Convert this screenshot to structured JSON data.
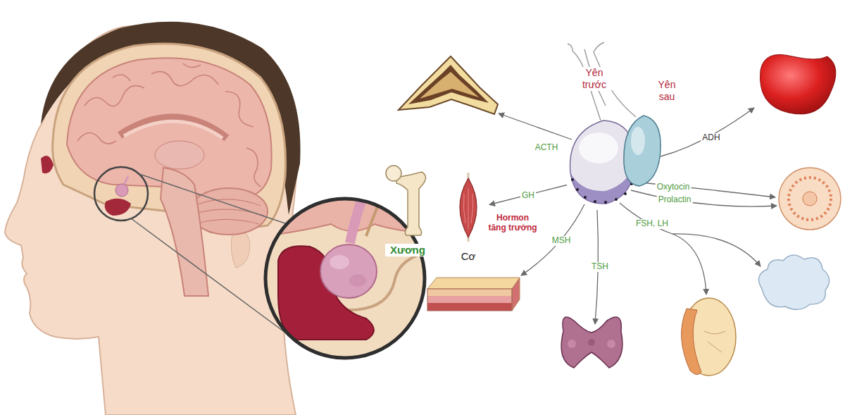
{
  "diagram": {
    "nodes": [
      {
        "text": [
          "Yên trước"
        ]
      },
      {
        "text": [
          "Yên sau"
        ]
      },
      {
        "text": [
          "Xương"
        ]
      },
      {
        "text": [
          "Cơ"
        ]
      }
    ],
    "edges": [
      {
        "from": 0,
        "to": 3,
        "label": "GH",
        "arrow": "to"
      }
    ],
    "labels": [
      "ACTH",
      "MSH",
      "TSH",
      "FSH, LH",
      "Oxytocin",
      "Prolactin",
      "ADH",
      "Hormon tăng trưởng"
    ]
  }
}
